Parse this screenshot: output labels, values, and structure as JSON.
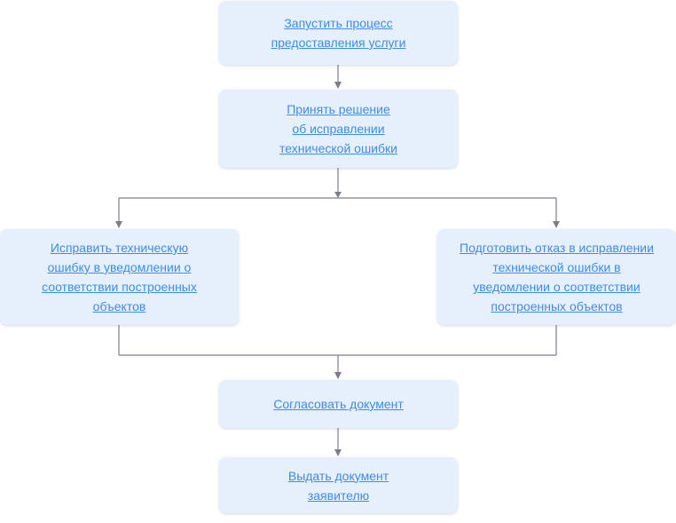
{
  "flowchart": {
    "nodes": [
      {
        "id": "start",
        "label": "Запустить процесс\nпредоставления услуги"
      },
      {
        "id": "decide",
        "label": "Принять решение\nоб исправлении\nтехнической ошибки"
      },
      {
        "id": "fix",
        "label": "Исправить техническую\nошибку в уведомлении о\nсоответствии построенных\nобъектов"
      },
      {
        "id": "refuse",
        "label": "Подготовить отказ в исправлении\nтехнической ошибки в\nуведомлении о соответствии\nпостроенных объектов"
      },
      {
        "id": "approve",
        "label": "Согласовать документ"
      },
      {
        "id": "issue",
        "label": "Выдать документ\nзаявителю"
      }
    ],
    "edges": [
      {
        "from": "start",
        "to": "decide"
      },
      {
        "from": "decide",
        "to": "fix"
      },
      {
        "from": "decide",
        "to": "refuse"
      },
      {
        "from": "fix",
        "to": "approve"
      },
      {
        "from": "refuse",
        "to": "approve"
      },
      {
        "from": "approve",
        "to": "issue"
      }
    ],
    "colors": {
      "node_fill": "#e6effc",
      "link_text": "#3d8ce8",
      "connector": "#7a7f8a"
    }
  }
}
